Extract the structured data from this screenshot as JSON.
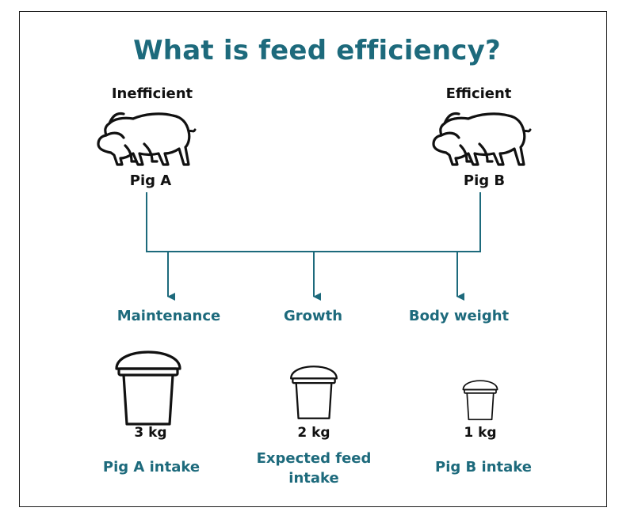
{
  "title": "What is feed efficiency?",
  "pigs": [
    {
      "status": "Inefficient",
      "name": "Pig A",
      "icon": "pig-icon"
    },
    {
      "status": "Efficient",
      "name": "Pig B",
      "icon": "pig-icon"
    }
  ],
  "categories": [
    "Maintenance",
    "Growth",
    "Body weight"
  ],
  "buckets": [
    {
      "amount": "3 kg",
      "label": "Pig A intake",
      "icon": "bucket-icon"
    },
    {
      "amount": "2 kg",
      "label": "Expected feed intake",
      "icon": "bucket-icon"
    },
    {
      "amount": "1 kg",
      "label": "Pig B intake",
      "icon": "bucket-icon"
    }
  ],
  "colors": {
    "accent": "#1d6a7c",
    "ink": "#111111"
  }
}
